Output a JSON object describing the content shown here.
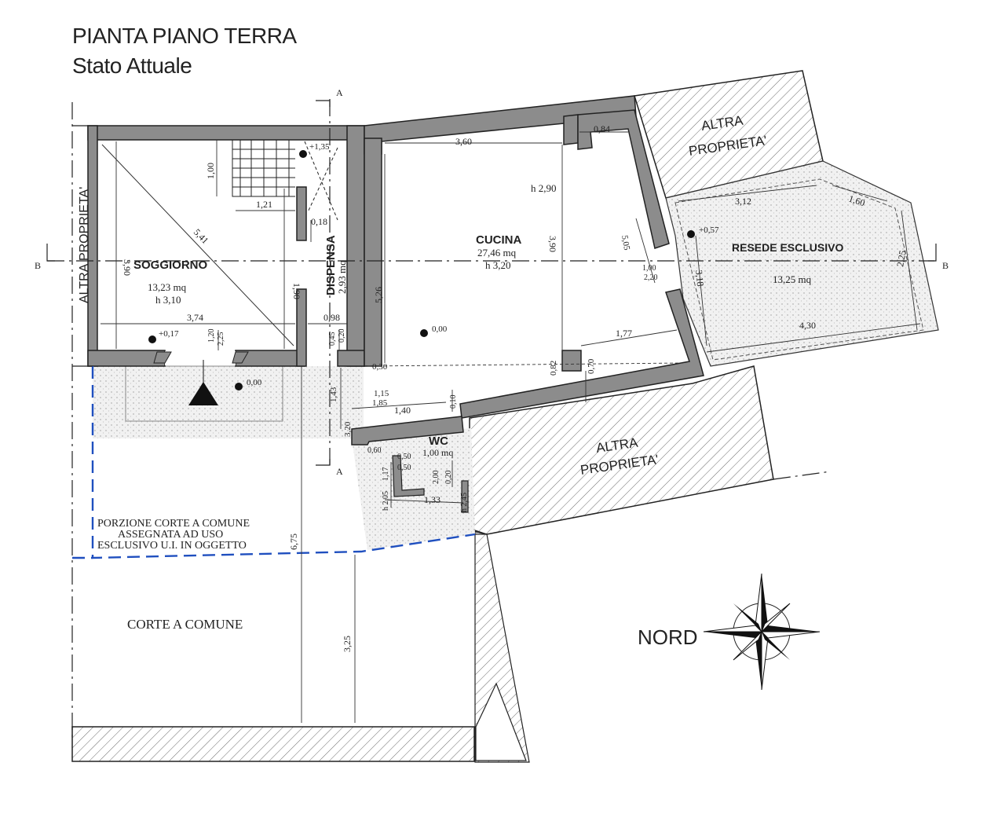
{
  "header": {
    "title": "PIANTA PIANO TERRA",
    "subtitle": "Stato Attuale"
  },
  "sections": {
    "a_top": "A",
    "a_bottom": "A",
    "b_left": "B",
    "b_right": "B"
  },
  "rooms": {
    "soggiorno": {
      "name": "SOGGIORNO",
      "area": "13,23 mq",
      "height": "h 3,10"
    },
    "dispensa": {
      "name": "DISPENSA",
      "area": "2,93 mq"
    },
    "cucina": {
      "name": "CUCINA",
      "area": "27,46 mq",
      "height": "h 3,20",
      "height2": "h 2,90"
    },
    "wc": {
      "name": "WC",
      "area": "1,00 mq"
    },
    "resede": {
      "name": "RESEDE ESCLUSIVO",
      "area": "13,25 mq"
    }
  },
  "labels": {
    "altra_proprieta_left": "ALTRA PROPRIETA'",
    "altra_top_1": "ALTRA",
    "altra_top_2": "PROPRIETA'",
    "altra_mid_1": "ALTRA",
    "altra_mid_2": "PROPRIETA'",
    "porzione_1": "PORZIONE CORTE A COMUNE",
    "porzione_2": "ASSEGNATA AD USO",
    "porzione_3": "ESCLUSIVO U.I. IN OGGETTO",
    "corte": "CORTE A COMUNE",
    "nord": "NORD"
  },
  "levels": {
    "l1": "+1,35",
    "l2": "+0,17",
    "l3": "0,00",
    "l4": "0,00",
    "l5": "+0,57"
  },
  "dimensions": {
    "d_100": "1,00",
    "d_121": "1,21",
    "d_018": "0,18",
    "d_541": "5,41",
    "d_390a": "3,90",
    "d_190": "1,90",
    "d_374": "3,74",
    "d_098": "0,98",
    "d_120": "1,20",
    "d_225a": "2,25",
    "d_045": "0,45",
    "d_020a": "0,20",
    "d_360": "3,60",
    "d_084": "0,84",
    "d_390b": "3,90",
    "d_526": "5,26",
    "d_505": "5,05",
    "d_100b": "1,00",
    "d_220": "2,20",
    "d_177": "1,77",
    "d_082": "0,82",
    "d_070": "0,70",
    "d_030": "0,30",
    "d_115": "1,15",
    "d_185": "1,85",
    "d_140": "1,40",
    "d_010": "0,10",
    "d_143": "1,43",
    "d_320": "3,20",
    "d_060": "0,60",
    "d_050a": "0,50",
    "d_050b": "0,50",
    "d_117": "1,17",
    "d_200": "2,00",
    "d_020b": "0,20",
    "d_h205": "h 2,05",
    "d_133": "1,33",
    "d_h245": "h 2,45",
    "d_312": "3,12",
    "d_160": "1,60",
    "d_318": "3,18",
    "d_225b": "2,25",
    "d_430": "4,30",
    "d_675": "6,75",
    "d_325": "3,25"
  }
}
